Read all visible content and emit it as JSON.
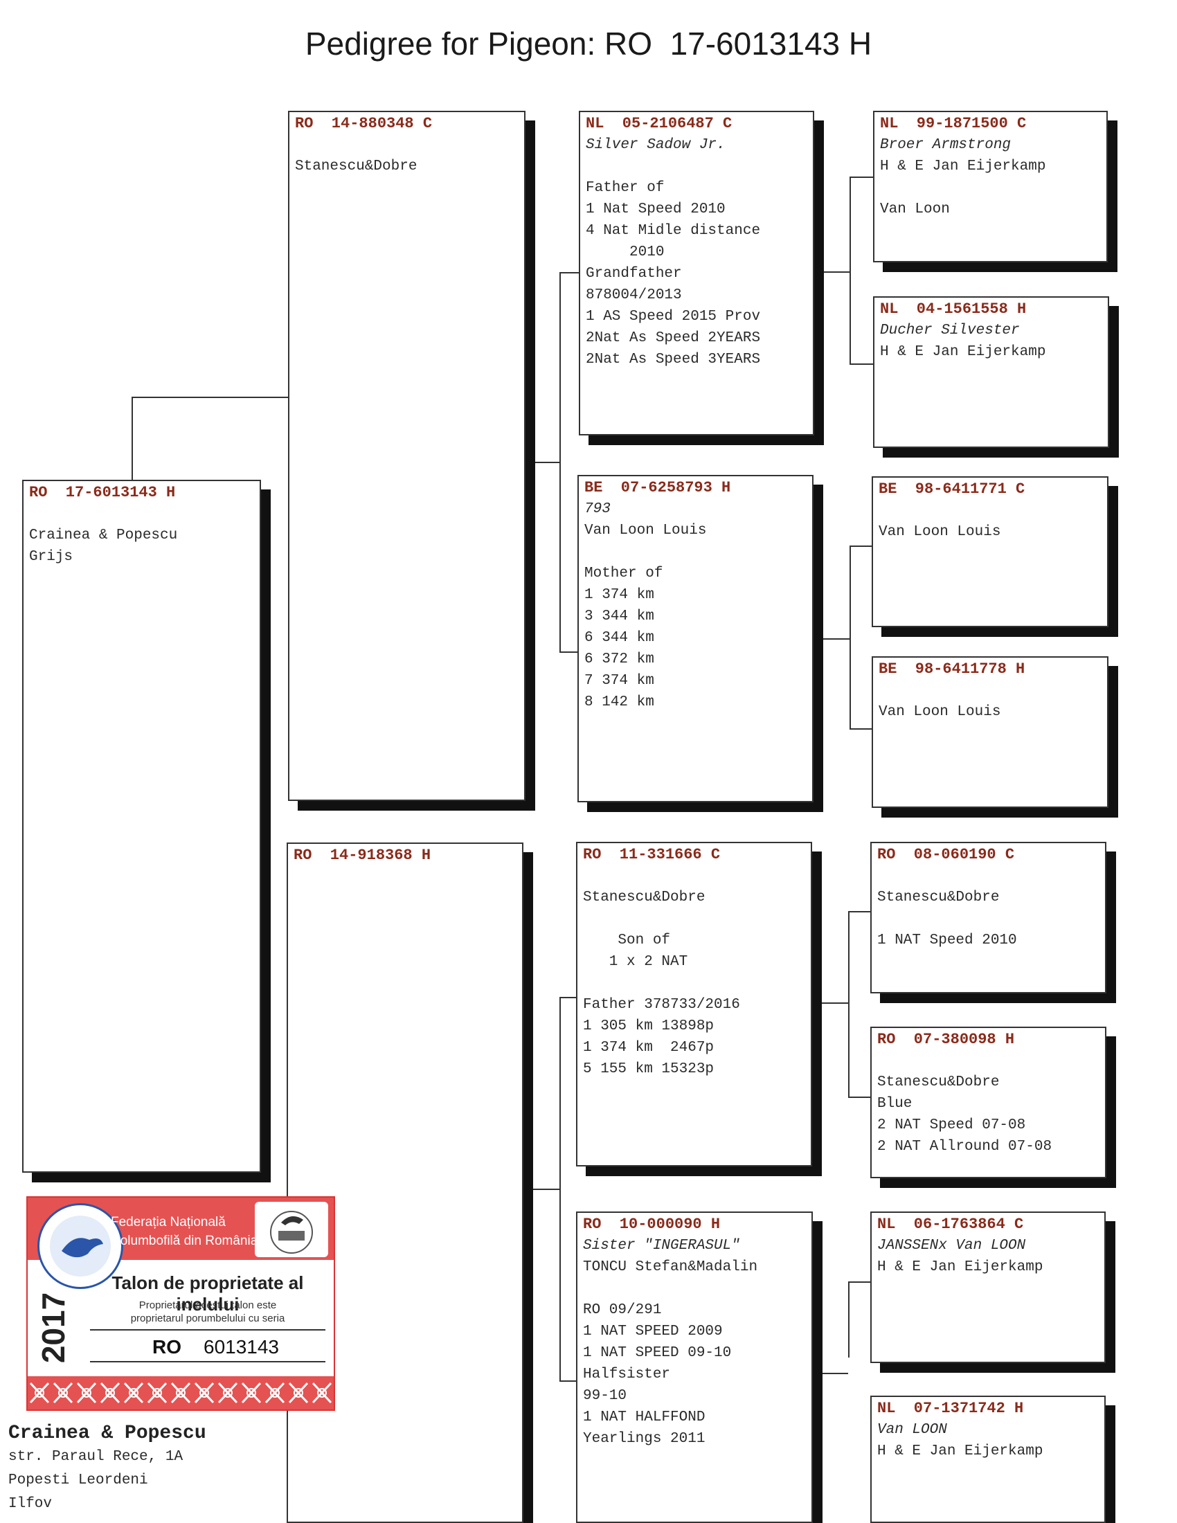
{
  "title": "Pedigree for Pigeon: RO  17-6013143 H",
  "subject": {
    "ring": "RO  17-6013143 H",
    "lines": [
      "",
      "Crainea & Popescu",
      "Grijs"
    ]
  },
  "parents": {
    "father": {
      "ring": "RO  14-880348 C",
      "lines": [
        "",
        "Stanescu&Dobre"
      ]
    },
    "mother": {
      "ring": "RO  14-918368 H",
      "lines": []
    }
  },
  "grandparents": {
    "ff": {
      "ring": "NL  05-2106487 C",
      "lines": [
        {
          "t": "Silver Sadow Jr.",
          "i": true
        },
        {
          "t": "",
          "i": false
        },
        {
          "t": "Father of",
          "i": false
        },
        {
          "t": "1 Nat Speed 2010",
          "i": false
        },
        {
          "t": "4 Nat Midle distance",
          "i": false
        },
        {
          "t": "     2010",
          "i": false
        },
        {
          "t": "Grandfather",
          "i": false
        },
        {
          "t": "878004/2013",
          "i": false
        },
        {
          "t": "1 AS Speed 2015 Prov",
          "i": false
        },
        {
          "t": "2Nat As Speed 2YEARS",
          "i": false
        },
        {
          "t": "2Nat As Speed 3YEARS",
          "i": false
        }
      ]
    },
    "fm": {
      "ring": "BE  07-6258793 H",
      "lines": [
        {
          "t": "793",
          "i": true
        },
        {
          "t": "Van Loon Louis",
          "i": false
        },
        {
          "t": "",
          "i": false
        },
        {
          "t": "Mother of",
          "i": false
        },
        {
          "t": "1 374 km",
          "i": false
        },
        {
          "t": "3 344 km",
          "i": false
        },
        {
          "t": "6 344 km",
          "i": false
        },
        {
          "t": "6 372 km",
          "i": false
        },
        {
          "t": "7 374 km",
          "i": false
        },
        {
          "t": "8 142 km",
          "i": false
        }
      ]
    },
    "mf": {
      "ring": "RO  11-331666 C",
      "lines": [
        {
          "t": "",
          "i": false
        },
        {
          "t": "Stanescu&Dobre",
          "i": false
        },
        {
          "t": "",
          "i": false
        },
        {
          "t": "    Son of",
          "i": false
        },
        {
          "t": "   1 x 2 NAT",
          "i": false
        },
        {
          "t": "",
          "i": false
        },
        {
          "t": "Father 378733/2016",
          "i": false
        },
        {
          "t": "1 305 km 13898p",
          "i": false
        },
        {
          "t": "1 374 km  2467p",
          "i": false
        },
        {
          "t": "5 155 km 15323p",
          "i": false
        }
      ]
    },
    "mm": {
      "ring": "RO  10-000090 H",
      "lines": [
        {
          "t": "Sister \"INGERASUL\"",
          "i": true
        },
        {
          "t": "TONCU Stefan&Madalin",
          "i": false
        },
        {
          "t": "",
          "i": false
        },
        {
          "t": "RO 09/291",
          "i": false
        },
        {
          "t": "1 NAT SPEED 2009",
          "i": false
        },
        {
          "t": "1 NAT SPEED 09-10",
          "i": false
        },
        {
          "t": "Halfsister",
          "i": false
        },
        {
          "t": "99-10",
          "i": false
        },
        {
          "t": "1 NAT HALFFOND",
          "i": false
        },
        {
          "t": "Yearlings 2011",
          "i": false
        }
      ]
    }
  },
  "great_grandparents": {
    "fff": {
      "ring": "NL  99-1871500 C",
      "lines": [
        {
          "t": "Broer Armstrong",
          "i": true
        },
        {
          "t": "H & E Jan Eijerkamp",
          "i": false
        },
        {
          "t": "",
          "i": false
        },
        {
          "t": "Van Loon",
          "i": false
        }
      ]
    },
    "ffm": {
      "ring": "NL  04-1561558 H",
      "lines": [
        {
          "t": "Ducher Silvester",
          "i": true
        },
        {
          "t": "H & E Jan Eijerkamp",
          "i": false
        }
      ]
    },
    "fmf": {
      "ring": "BE  98-6411771 C",
      "lines": [
        {
          "t": "",
          "i": false
        },
        {
          "t": "Van Loon Louis",
          "i": false
        }
      ]
    },
    "fmm": {
      "ring": "BE  98-6411778 H",
      "lines": [
        {
          "t": "",
          "i": false
        },
        {
          "t": "Van Loon Louis",
          "i": false
        }
      ]
    },
    "mff": {
      "ring": "RO  08-060190 C",
      "lines": [
        {
          "t": "",
          "i": false
        },
        {
          "t": "Stanescu&Dobre",
          "i": false
        },
        {
          "t": "",
          "i": false
        },
        {
          "t": "1 NAT Speed 2010",
          "i": false
        }
      ]
    },
    "mfm": {
      "ring": "RO  07-380098 H",
      "lines": [
        {
          "t": "",
          "i": false
        },
        {
          "t": "Stanescu&Dobre",
          "i": false
        },
        {
          "t": "Blue",
          "i": false
        },
        {
          "t": "2 NAT Speed 07-08",
          "i": false
        },
        {
          "t": "2 NAT Allround 07-08",
          "i": false
        }
      ]
    },
    "mmf": {
      "ring": "NL  06-1763864 C",
      "lines": [
        {
          "t": "JANSSENx Van LOON",
          "i": true
        },
        {
          "t": "H & E Jan Eijerkamp",
          "i": false
        }
      ]
    },
    "mmm": {
      "ring": "NL  07-1371742 H",
      "lines": [
        {
          "t": "Van LOON",
          "i": true
        },
        {
          "t": "H & E Jan Eijerkamp",
          "i": false
        }
      ]
    }
  },
  "card": {
    "federation": "Federația Națională\nColumbofilă din România",
    "year": "2017",
    "heading": "Talon de proprietate al inelului",
    "sub": "Proprietarul acestui talon este\nproprietarul porumbelului cu seria",
    "country": "RO",
    "serial": "6013143"
  },
  "owner": {
    "name": "Crainea & Popescu",
    "address": [
      "str. Paraul Rece, 1A",
      "Popesti Leordeni",
      "Ilfov"
    ]
  }
}
